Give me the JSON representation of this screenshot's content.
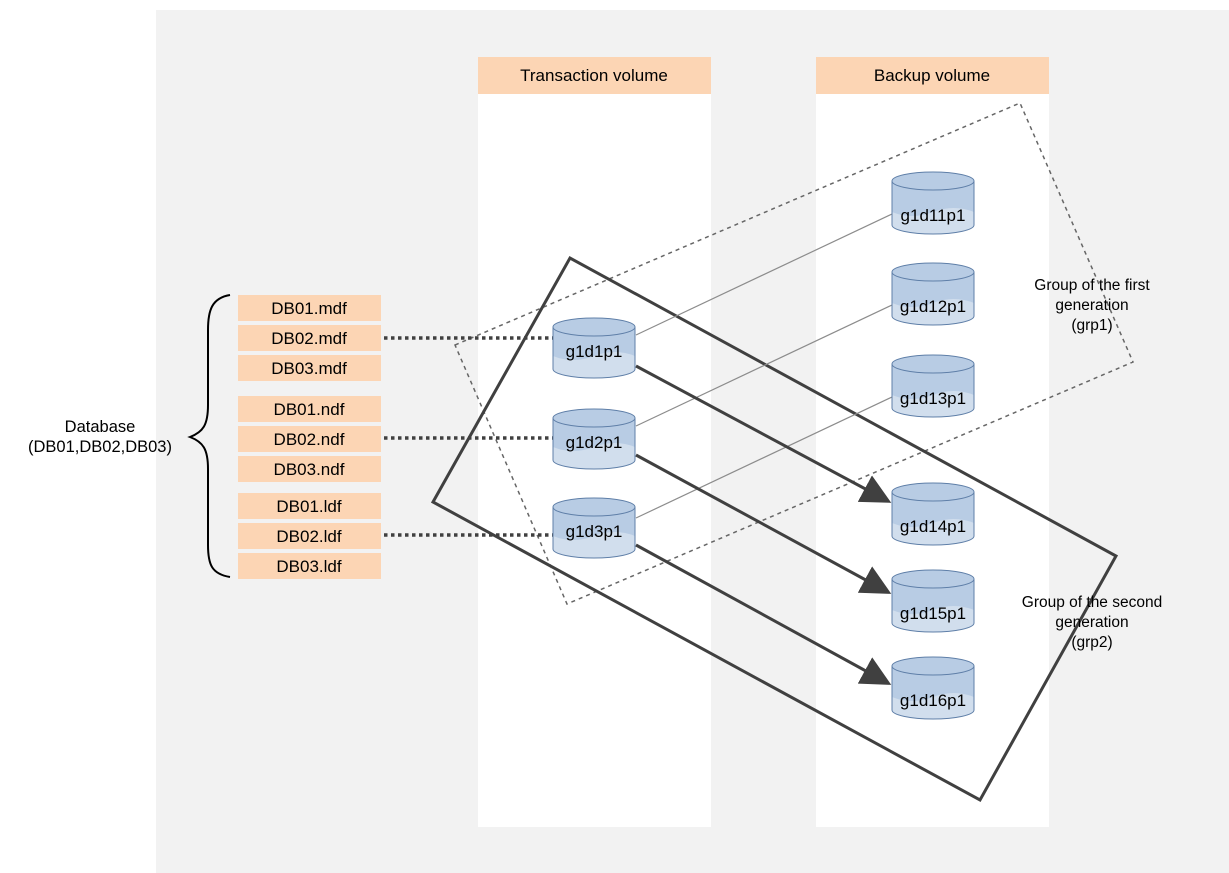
{
  "columns": {
    "transaction_header": "Transaction volume",
    "backup_header": "Backup volume"
  },
  "database": {
    "label_line1": "Database",
    "label_line2": "(DB01,DB02,DB03)"
  },
  "files": [
    {
      "name": "DB01.mdf"
    },
    {
      "name": "DB02.mdf"
    },
    {
      "name": "DB03.mdf"
    },
    {
      "name": "DB01.ndf"
    },
    {
      "name": "DB02.ndf"
    },
    {
      "name": "DB03.ndf"
    },
    {
      "name": "DB01.ldf"
    },
    {
      "name": "DB02.ldf"
    },
    {
      "name": "DB03.ldf"
    }
  ],
  "transaction_volumes": [
    {
      "name": "g1d1p1"
    },
    {
      "name": "g1d2p1"
    },
    {
      "name": "g1d3p1"
    }
  ],
  "backup_volumes": [
    {
      "name": "g1d11p1"
    },
    {
      "name": "g1d12p1"
    },
    {
      "name": "g1d13p1"
    },
    {
      "name": "g1d14p1"
    },
    {
      "name": "g1d15p1"
    },
    {
      "name": "g1d16p1"
    }
  ],
  "groups": {
    "first": {
      "line1": "Group of the first",
      "line2": "generation",
      "line3": "(grp1)"
    },
    "second": {
      "line1": "Group of the second",
      "line2": "generation",
      "line3": "(grp2)"
    }
  },
  "colors": {
    "panel_bg": "#f2f2f2",
    "column_bg": "#ffffff",
    "header_fill": "#fcd5b4",
    "file_fill": "#fcd5b4",
    "cylinder_fill": "#b8cce4",
    "cylinder_light": "#dbe5f1",
    "arrow": "#404040"
  }
}
